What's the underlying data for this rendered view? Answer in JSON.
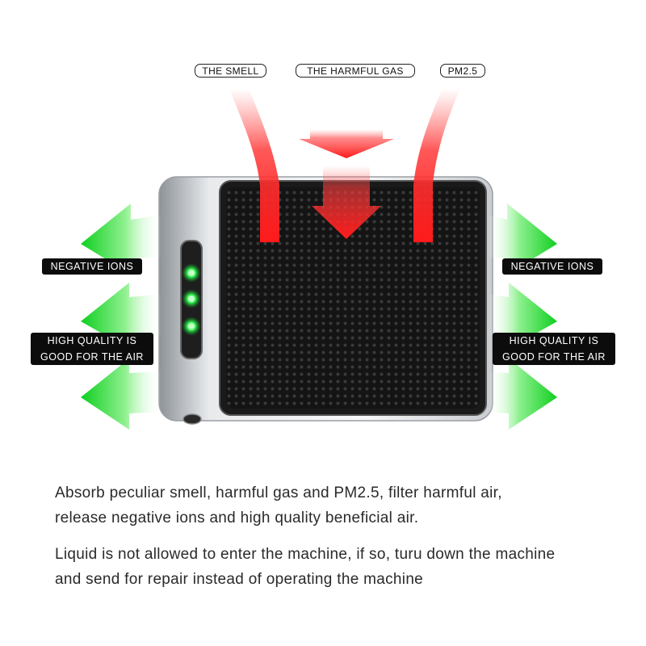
{
  "top_labels": [
    "THE SMELL",
    "THE HARMFUL GAS",
    "PM2.5"
  ],
  "left_labels": {
    "ions": "NEGATIVE IONS",
    "quality_line1": "HIGH QUALITY IS",
    "quality_line2": "GOOD FOR THE AIR"
  },
  "right_labels": {
    "ions": "NEGATIVE IONS",
    "quality_line1": "HIGH QUALITY IS",
    "quality_line2": "GOOD FOR THE AIR"
  },
  "description": {
    "line1": "Absorb peculiar smell, harmful gas and PM2.5, filter harmful air,",
    "line2": "release negative ions and high quality beneficial air.",
    "line3": "Liquid is not allowed to enter the machine, if so, turu down the machine",
    "line4": "and send for repair instead of operating the machine"
  },
  "colors": {
    "intake_arrow": "#e81010",
    "output_arrow": "#22dd22",
    "indicator_led": "#33ff55"
  }
}
